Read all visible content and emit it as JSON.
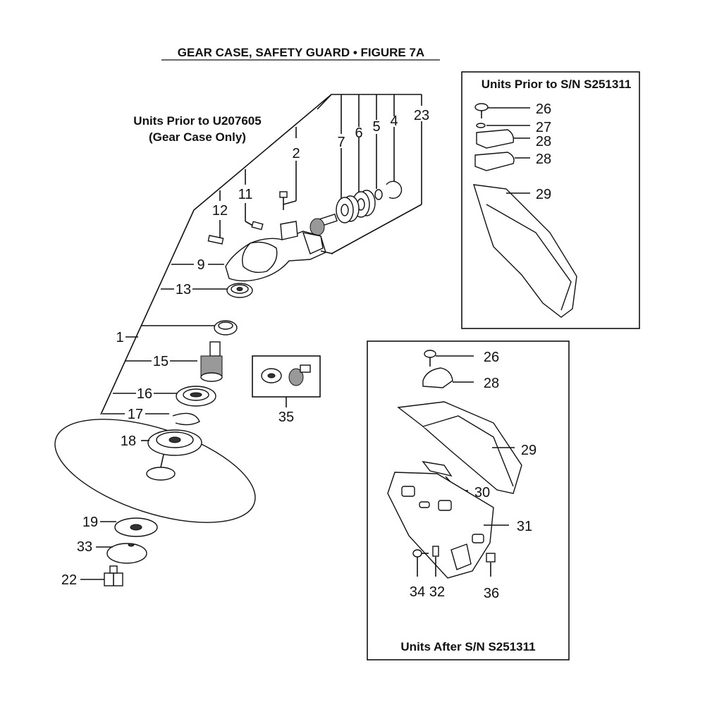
{
  "title": "GEAR CASE, SAFETY GUARD  •  FIGURE 7A",
  "note_gear_case": [
    "Units Prior to U207605",
    "(Gear Case Only)"
  ],
  "inset_prior": {
    "title": "Units Prior to S/N S251311",
    "labels": [
      "26",
      "27",
      "28",
      "28",
      "29"
    ]
  },
  "inset_after": {
    "title": "Units After S/N S251311",
    "labels": [
      "26",
      "28",
      "29",
      "30",
      "31",
      "34",
      "32",
      "36"
    ]
  },
  "kit_label": "35",
  "main_labels": [
    "23",
    "4",
    "5",
    "6",
    "7",
    "2",
    "11",
    "12",
    "9",
    "13",
    "1",
    "15",
    "16",
    "17",
    "18",
    "19",
    "33",
    "22"
  ]
}
